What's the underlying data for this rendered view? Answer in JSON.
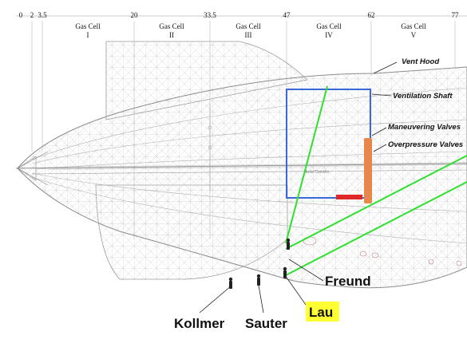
{
  "frames": [
    "0",
    "2",
    "3.5",
    "20",
    "33.5",
    "47",
    "62",
    "77"
  ],
  "gas_cells": [
    {
      "name": "Gas Cell",
      "num": "I"
    },
    {
      "name": "Gas Cell",
      "num": "II"
    },
    {
      "name": "Gas Cell",
      "num": "III"
    },
    {
      "name": "Gas Cell",
      "num": "IV"
    },
    {
      "name": "Gas Cell",
      "num": "V"
    }
  ],
  "callouts": {
    "vent_hood": "Vent Hood",
    "ventilation_shaft": "Ventilation Shaft",
    "maneuvering_valves": "Maneuvering Valves",
    "overpressure_valves": "Overpressure Valves"
  },
  "axial_corridor": "Axial Corridor",
  "crew": {
    "freund": "Freund",
    "lau": "Lau",
    "kollmer": "Kollmer",
    "sauter": "Sauter"
  },
  "colors": {
    "sight_lines": "#2fe02f",
    "shaft_box": "#3a68d8",
    "valve_bar": "#e8874a",
    "red_marker": "#e02828",
    "highlight": "#ffff33"
  }
}
